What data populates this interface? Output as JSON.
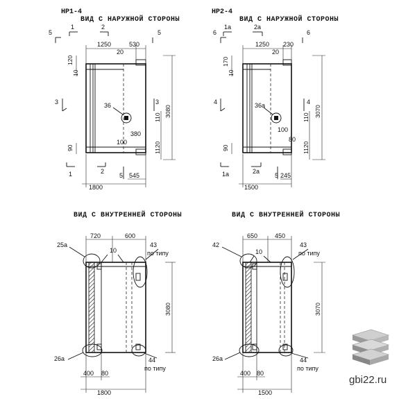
{
  "panel1": {
    "mark": "НР1-4",
    "outer_view": "ВИД С НАРУЖНОЙ СТОРОНЫ",
    "section_top_left": "5",
    "section_top_right": "5",
    "section_mid_left": "3",
    "section_mid_right": "3",
    "section_small_top": "1",
    "section_small_top2": "2",
    "section_small_bottom": "1",
    "section_small_bottom2": "2",
    "section_small_bottom3": "5",
    "dim_1250": "1250",
    "dim_530": "530",
    "dim_20": "20",
    "dim_120": "120",
    "dim_10": "10",
    "dim_3080": "3080",
    "dim_110": "110",
    "dim_1120": "1120",
    "dim_380": "380",
    "dim_100": "100",
    "dim_90": "90",
    "dim_545": "545",
    "dim_1800": "1800",
    "item_36": "36",
    "inner_view": "ВИД С ВНУТРЕННЕЙ СТОРОНЫ",
    "in_720": "720",
    "in_600": "600",
    "in_10": "10",
    "in_25a": "25а",
    "in_43": "43",
    "in_po_tipu_top": "по типу",
    "in_3080": "3080",
    "in_26a": "26а",
    "in_44": "44",
    "in_po_tipu_bottom": "по типу",
    "in_400": "400",
    "in_80": "80",
    "in_1800": "1800"
  },
  "panel2": {
    "mark": "НР2-4",
    "outer_view": "ВИД С НАРУЖНОЙ СТОРОНЫ",
    "section_top_left": "6",
    "section_top_right": "6",
    "section_mid_left": "4",
    "section_mid_right": "4",
    "section_small_top": "1а",
    "section_small_top2": "2а",
    "section_small_bottom": "1а",
    "section_small_bottom2": "2а",
    "section_small_bottom3": "5",
    "dim_1250": "1250",
    "dim_230": "230",
    "dim_20": "20",
    "dim_170": "170",
    "dim_10": "10",
    "dim_3070": "3070",
    "dim_110": "110",
    "dim_1120": "1120",
    "dim_80": "80",
    "dim_100": "100",
    "dim_90": "90",
    "dim_245": "245",
    "dim_1500": "1500",
    "item_36a": "36а",
    "inner_view": "ВИД С ВНУТРЕННЕЙ СТОРОНЫ",
    "in_650": "650",
    "in_450": "450",
    "in_10": "10",
    "in_42": "42",
    "in_43": "43",
    "in_po_tipu_top": "по типу",
    "in_3070": "3070",
    "in_26a": "26а",
    "in_44": "44",
    "in_po_tipu_bottom": "по типу",
    "in_400": "400",
    "in_80": "80",
    "in_1500": "1500"
  },
  "watermark": {
    "site": "gbi22.ru",
    "logo": "stacked-slabs-logo"
  }
}
